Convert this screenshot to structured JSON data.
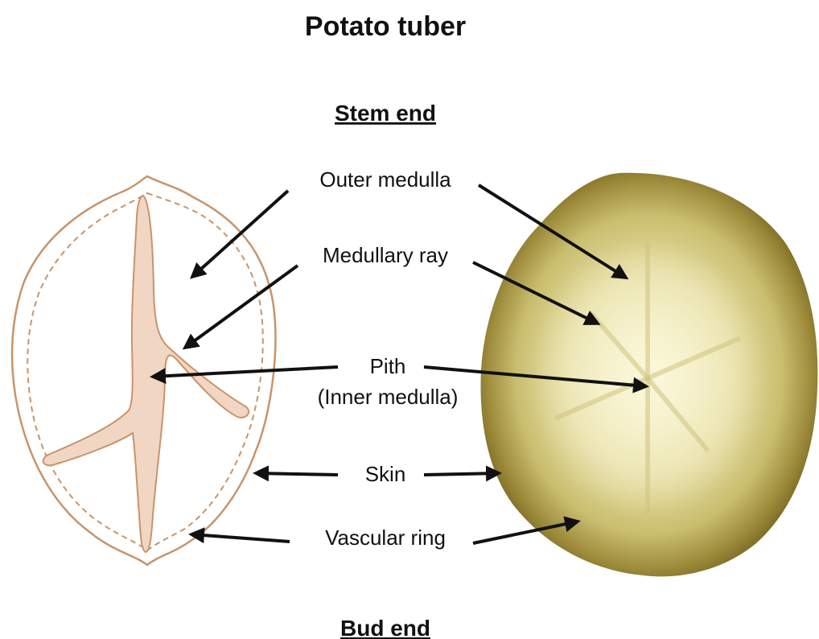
{
  "title": "Potato tuber",
  "top_heading": "Stem end",
  "bottom_heading": "Bud end",
  "labels": {
    "outer_medulla": "Outer medulla",
    "medullary_ray": "Medullary ray",
    "pith_line1": "Pith",
    "pith_line2": "(Inner medulla)",
    "skin": "Skin",
    "vascular_ring": "Vascular ring"
  },
  "colors": {
    "outline": "#c8946a",
    "pith_fill": "#f1d6c4",
    "tuber_center": "#f3efc2",
    "tuber_mid": "#d8cf88",
    "tuber_edge": "#7d6a22",
    "arrow": "#111111"
  }
}
